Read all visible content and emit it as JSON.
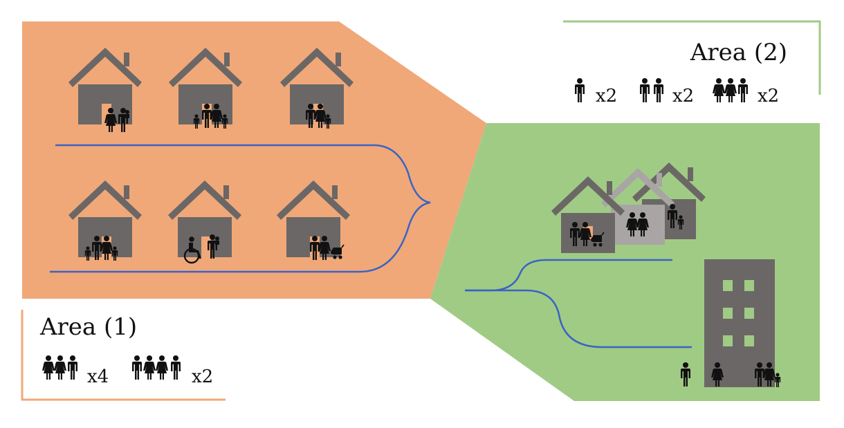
{
  "colors": {
    "area1_fill": "#f0a878",
    "area2_fill": "#a0cb84",
    "road": "#3b63c4",
    "house_dark": "#6b6766",
    "house_light": "#a8a5a4",
    "building": "#6b6766",
    "window": "#a0cb84",
    "person": "#111111"
  },
  "area1": {
    "title": "Area (1)",
    "legend": [
      {
        "group": "three-people",
        "count_label": "x4"
      },
      {
        "group": "four-people",
        "count_label": "x2"
      }
    ],
    "houses": [
      "couple-with-child",
      "family-of-four",
      "family-of-three",
      "family-of-four",
      "wheelchair-user-with-carer",
      "couple-with-stroller"
    ]
  },
  "area2": {
    "title": "Area (2)",
    "legend": [
      {
        "group": "one-person",
        "count_label": "x2"
      },
      {
        "group": "two-people",
        "count_label": "x2"
      },
      {
        "group": "three-people",
        "count_label": "x2"
      }
    ]
  }
}
